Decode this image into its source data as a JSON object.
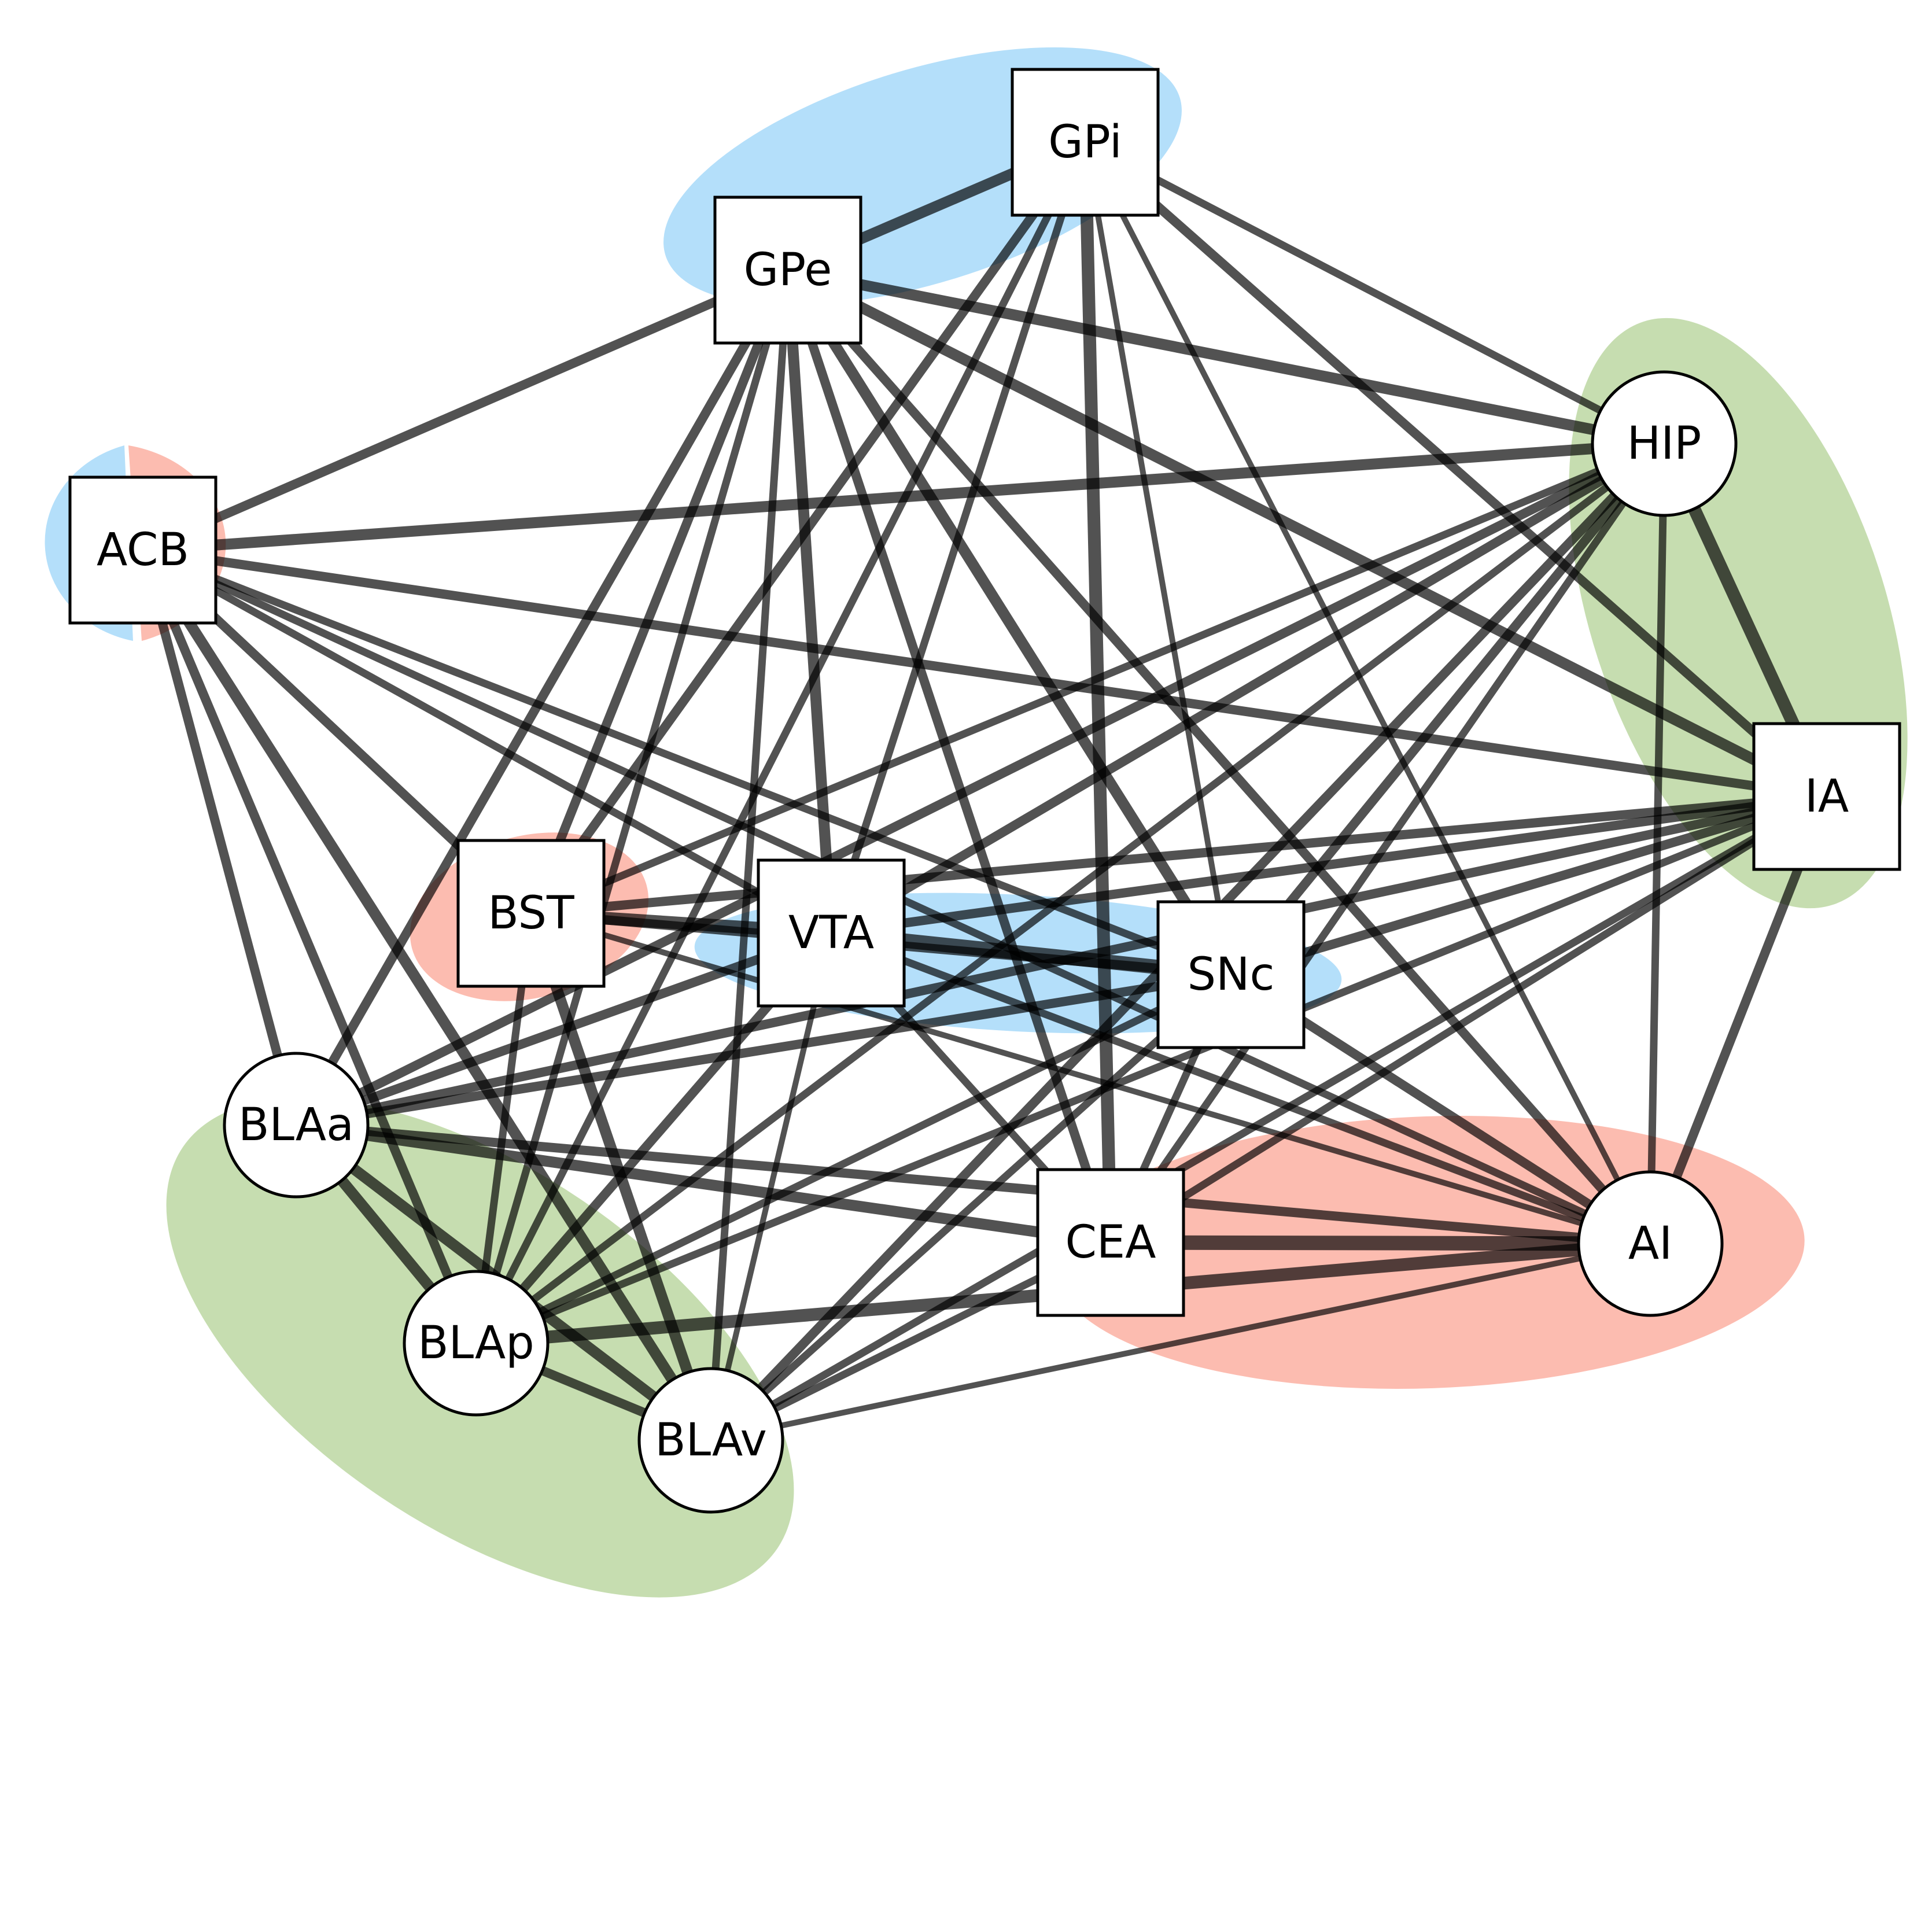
{
  "colors": {
    "group_blue": "#9fd6f8",
    "group_red": "#fba99a",
    "group_green": "#b6d49a",
    "edge": "#000000",
    "node_fill": "#ffffff"
  },
  "nodes": [
    {
      "id": "GPi",
      "label": "GPi",
      "shape": "square"
    },
    {
      "id": "GPe",
      "label": "GPe",
      "shape": "square"
    },
    {
      "id": "ACB",
      "label": "ACB",
      "shape": "square"
    },
    {
      "id": "HIP",
      "label": "HIP",
      "shape": "circle"
    },
    {
      "id": "IA",
      "label": "IA",
      "shape": "square"
    },
    {
      "id": "BST",
      "label": "BST",
      "shape": "square"
    },
    {
      "id": "VTA",
      "label": "VTA",
      "shape": "square"
    },
    {
      "id": "SNc",
      "label": "SNc",
      "shape": "square"
    },
    {
      "id": "BLAa",
      "label": "BLAa",
      "shape": "circle"
    },
    {
      "id": "CEA",
      "label": "CEA",
      "shape": "square"
    },
    {
      "id": "AI",
      "label": "AI",
      "shape": "circle"
    },
    {
      "id": "BLAp",
      "label": "BLAp",
      "shape": "circle"
    },
    {
      "id": "BLAv",
      "label": "BLAv",
      "shape": "circle"
    }
  ],
  "groups": [
    {
      "name": "GPe-GPi group",
      "color": "blue"
    },
    {
      "name": "VTA-SNc group",
      "color": "blue"
    },
    {
      "name": "HIP-IA group",
      "color": "green"
    },
    {
      "name": "BLA group",
      "color": "green"
    },
    {
      "name": "CEA-AI group",
      "color": "red"
    },
    {
      "name": "BST group",
      "color": "red"
    },
    {
      "name": "ACB group",
      "color": "blue-red"
    }
  ],
  "edges": [
    {
      "source": "GPe",
      "target": "GPi",
      "weight": 5
    },
    {
      "source": "GPe",
      "target": "ACB",
      "weight": 4
    },
    {
      "source": "GPe",
      "target": "HIP",
      "weight": 5
    },
    {
      "source": "GPe",
      "target": "IA",
      "weight": 5
    },
    {
      "source": "GPe",
      "target": "SNc",
      "weight": 5
    },
    {
      "source": "GPe",
      "target": "VTA",
      "weight": 5
    },
    {
      "source": "GPe",
      "target": "CEA",
      "weight": 4
    },
    {
      "source": "GPe",
      "target": "BST",
      "weight": 4
    },
    {
      "source": "GPe",
      "target": "BLAa",
      "weight": 4
    },
    {
      "source": "GPe",
      "target": "BLAp",
      "weight": 3
    },
    {
      "source": "GPe",
      "target": "BLAv",
      "weight": 3
    },
    {
      "source": "GPe",
      "target": "AI",
      "weight": 4
    },
    {
      "source": "GPi",
      "target": "HIP",
      "weight": 3
    },
    {
      "source": "GPi",
      "target": "IA",
      "weight": 4
    },
    {
      "source": "GPi",
      "target": "SNc",
      "weight": 2
    },
    {
      "source": "GPi",
      "target": "CEA",
      "weight": 6
    },
    {
      "source": "GPi",
      "target": "VTA",
      "weight": 3
    },
    {
      "source": "GPi",
      "target": "BST",
      "weight": 4
    },
    {
      "source": "GPi",
      "target": "AI",
      "weight": 2
    },
    {
      "source": "GPi",
      "target": "BLAp",
      "weight": 3
    },
    {
      "source": "ACB",
      "target": "HIP",
      "weight": 5
    },
    {
      "source": "ACB",
      "target": "IA",
      "weight": 4
    },
    {
      "source": "ACB",
      "target": "BST",
      "weight": 4
    },
    {
      "source": "ACB",
      "target": "VTA",
      "weight": 3
    },
    {
      "source": "ACB",
      "target": "SNc",
      "weight": 3
    },
    {
      "source": "ACB",
      "target": "BLAa",
      "weight": 4
    },
    {
      "source": "ACB",
      "target": "BLAp",
      "weight": 4
    },
    {
      "source": "ACB",
      "target": "BLAv",
      "weight": 5
    },
    {
      "source": "ACB",
      "target": "AI",
      "weight": 3
    },
    {
      "source": "HIP",
      "target": "IA",
      "weight": 6
    },
    {
      "source": "HIP",
      "target": "AI",
      "weight": 3
    },
    {
      "source": "HIP",
      "target": "SNc",
      "weight": 4
    },
    {
      "source": "HIP",
      "target": "VTA",
      "weight": 4
    },
    {
      "source": "HIP",
      "target": "BST",
      "weight": 3
    },
    {
      "source": "HIP",
      "target": "BLAa",
      "weight": 4
    },
    {
      "source": "HIP",
      "target": "BLAp",
      "weight": 3
    },
    {
      "source": "HIP",
      "target": "BLAv",
      "weight": 4
    },
    {
      "source": "HIP",
      "target": "CEA",
      "weight": 3
    },
    {
      "source": "IA",
      "target": "BST",
      "weight": 4
    },
    {
      "source": "IA",
      "target": "VTA",
      "weight": 4
    },
    {
      "source": "IA",
      "target": "SNc",
      "weight": 4
    },
    {
      "source": "IA",
      "target": "BLAa",
      "weight": 4
    },
    {
      "source": "IA",
      "target": "BLAp",
      "weight": 3
    },
    {
      "source": "IA",
      "target": "BLAv",
      "weight": 3
    },
    {
      "source": "IA",
      "target": "CEA",
      "weight": 3
    },
    {
      "source": "IA",
      "target": "AI",
      "weight": 4
    },
    {
      "source": "BST",
      "target": "VTA",
      "weight": 6
    },
    {
      "source": "BST",
      "target": "SNc",
      "weight": 4
    },
    {
      "source": "BST",
      "target": "BLAp",
      "weight": 3
    },
    {
      "source": "BST",
      "target": "BLAv",
      "weight": 5
    },
    {
      "source": "BST",
      "target": "AI",
      "weight": 2
    },
    {
      "source": "VTA",
      "target": "SNc",
      "weight": 7
    },
    {
      "source": "VTA",
      "target": "CEA",
      "weight": 3
    },
    {
      "source": "VTA",
      "target": "BLAa",
      "weight": 4
    },
    {
      "source": "VTA",
      "target": "BLAv",
      "weight": 2
    },
    {
      "source": "VTA",
      "target": "BLAp",
      "weight": 4
    },
    {
      "source": "VTA",
      "target": "AI",
      "weight": 3
    },
    {
      "source": "SNc",
      "target": "BLAa",
      "weight": 4
    },
    {
      "source": "SNc",
      "target": "BLAp",
      "weight": 3
    },
    {
      "source": "SNc",
      "target": "BLAv",
      "weight": 3
    },
    {
      "source": "SNc",
      "target": "CEA",
      "weight": 3
    },
    {
      "source": "SNc",
      "target": "AI",
      "weight": 4
    },
    {
      "source": "BLAa",
      "target": "CEA",
      "weight": 5
    },
    {
      "source": "BLAa",
      "target": "BLAp",
      "weight": 5
    },
    {
      "source": "BLAa",
      "target": "BLAv",
      "weight": 5
    },
    {
      "source": "BLAa",
      "target": "AI",
      "weight": 4
    },
    {
      "source": "BLAp",
      "target": "BLAv",
      "weight": 4
    },
    {
      "source": "BLAp",
      "target": "AI",
      "weight": 6
    },
    {
      "source": "BLAv",
      "target": "CEA",
      "weight": 3
    },
    {
      "source": "BLAv",
      "target": "AI",
      "weight": 2
    },
    {
      "source": "CEA",
      "target": "AI",
      "weight": 7
    }
  ]
}
